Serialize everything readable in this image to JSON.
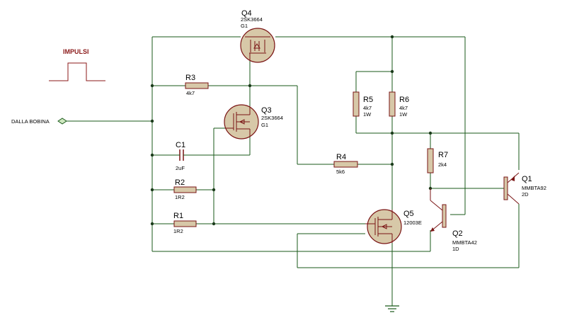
{
  "pulse": {
    "label": "IMPULSI"
  },
  "input": {
    "label": "DALLA BOBINA"
  },
  "components": {
    "q4": {
      "ref": "Q4",
      "part": "2SK3664",
      "extra": "G1"
    },
    "q3": {
      "ref": "Q3",
      "part": "2SK3664",
      "extra": "G1"
    },
    "q5": {
      "ref": "Q5",
      "part": "12003E"
    },
    "q1": {
      "ref": "Q1",
      "part": "MMBTA92",
      "extra": "2D"
    },
    "q2": {
      "ref": "Q2",
      "part": "MMBTA42",
      "extra": "1D"
    },
    "r1": {
      "ref": "R1",
      "value": "1R2"
    },
    "r2": {
      "ref": "R2",
      "value": "1R2"
    },
    "r3": {
      "ref": "R3",
      "value": "4k7"
    },
    "r4": {
      "ref": "R4",
      "value": "5k6"
    },
    "r5": {
      "ref": "R5",
      "value": "4k7",
      "power": "1W"
    },
    "r6": {
      "ref": "R6",
      "value": "4k7",
      "power": "1W"
    },
    "r7": {
      "ref": "R7",
      "value": "2k4"
    },
    "c1": {
      "ref": "C1",
      "value": "2uF"
    }
  },
  "colors": {
    "wire": "#1a5a1a",
    "body": "#d7c8a8",
    "outline": "#7a1414",
    "pulse_label": "#8b1a1a"
  }
}
